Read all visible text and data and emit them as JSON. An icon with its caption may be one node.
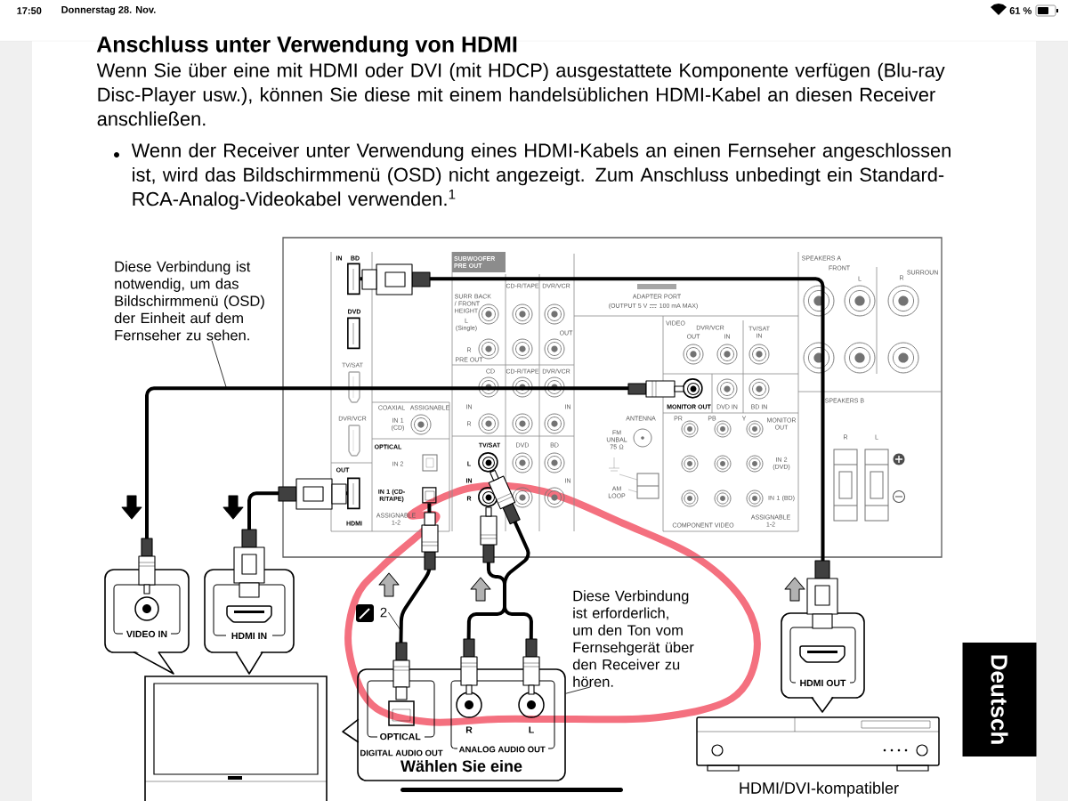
{
  "diagram": {
    "title": "Anschluss unter Verwendung von HDMI",
    "nodes": [
      {
        "text": [],
        "shape": "box"
      },
      {
        "text": [],
        "shape": "box",
        "in": 0,
        "beside": [
          "BD"
        ]
      },
      {
        "text": [],
        "shape": "box",
        "in": 0,
        "beside": [
          "DVD"
        ]
      },
      {
        "text": [],
        "shape": "circle",
        "in": 0,
        "beside": [
          "MONITOR OUT"
        ]
      },
      {
        "text": [],
        "shape": "circle",
        "in": 0
      },
      {
        "text": [],
        "shape": "box",
        "in": 0,
        "beside": [
          "OUT"
        ]
      },
      {
        "text": [],
        "shape": "box",
        "in": 0
      },
      {
        "text": [],
        "shape": "circle",
        "in": 0
      },
      {
        "text": [
          "Diese Verbindung ist notwendig, um das Bildschirmmenü (OSD) der Einheit auf dem Fernseher zu sehen."
        ]
      },
      {
        "text": [
          "VIDEO IN"
        ]
      },
      {
        "text": [
          "HDMI IN"
        ]
      },
      {
        "text": [],
        "shape": "picture"
      },
      {
        "text": [
          "2"
        ]
      },
      {
        "text": [
          "Wählen Sie eine"
        ]
      },
      {
        "text": [
          "OPTICAL"
        ],
        "in": 13,
        "beside": [
          "DIGITAL AUDIO OUT"
        ]
      },
      {
        "text": [
          "ANALOG AUDIO OUT"
        ],
        "in": 13
      },
      {
        "text": [
          "Diese Verbindung ist erforderlich, um den Ton vom Fernsehgerät über den Receiver zu hören."
        ]
      },
      {
        "text": [
          "HDMI OUT"
        ]
      },
      {
        "text": [],
        "shape": "picture",
        "beside": [
          "HDMI/DVI-kompatibler"
        ]
      }
    ],
    "edges": [
      {
        "from": 17,
        "to": 1,
        "arrow": "other"
      },
      {
        "from": 9,
        "to": 3,
        "arrow": "other"
      },
      {
        "from": 10,
        "to": 5,
        "arrow": "other"
      },
      {
        "from": 14,
        "to": 6,
        "arrow": "other"
      },
      {
        "from": 15,
        "to": 7,
        "arrow": "other"
      },
      {
        "from": 15,
        "to": 4,
        "arrow": "other"
      },
      {
        "from": 8,
        "to": null,
        "arrow": "none"
      },
      {
        "from": 12,
        "to": null,
        "arrow": "none"
      },
      {
        "from": 16,
        "to": 13,
        "arrow": "none"
      }
    ],
    "labels": [
      "17:50",
      "Donnerstag 28. Nov.",
      "61 %",
      "Wenn Sie über eine mit HDMI oder DVI (mit HDCP) ausgestattete Komponente verfügen (Blu-ray Disc-Player usw.), können Sie diese mit einem handelsüblichen HDMI-Kabel an diesen Receiver anschließen.",
      "Wenn der Receiver unter Verwendung eines HDMI-Kabels an einen Fernseher angeschlossen ist, wird das Bildschirmmenü (OSD) nicht angezeigt. Zum Anschluss unbedingt ein Standard-RCA-Analog-Videokabel verwenden.$^{1}$",
      "IN",
      "TV/SAT",
      "DVR/VCR",
      "HDMI",
      "SUBWOOFER PRE OUT",
      "SURR BACK / FRONT HEIGHT",
      "L (Single)",
      "R",
      "PRE OUT",
      "CD-R/TAPE",
      "DVR/VCR",
      "OUT",
      "CD",
      "CD-R/TAPE",
      "DVR/VCR",
      "IN",
      "IN",
      "R",
      "COAXIAL",
      "ASSIGNABLE",
      "IN 1 (CD)",
      "OPTICAL",
      "IN 2",
      "IN 1 (CD-R/TAPE)",
      "ASSIGNABLE 1-2",
      "TV/SAT",
      "DVD",
      "BD",
      "L",
      "IN",
      "IN",
      "R",
      "ADAPTER PORT",
      "(OUTPUT 5 V",
      "100 mA MAX)",
      "VIDEO",
      "DVR/VCR",
      "OUT",
      "IN",
      "TV/SAT IN",
      "DVD IN",
      "BD IN",
      "ANTENNA",
      "FM UNBAL 75 Ω",
      "AM LOOP",
      "PR",
      "PB",
      "Y",
      "MONITOR OUT",
      "IN 2 (DVD)",
      "IN 1 (BD)",
      "ASSIGNABLE 1-2",
      "COMPONENT VIDEO",
      "SPEAKERS A",
      "FRONT",
      "L",
      "R",
      "SURROUN",
      "SPEAKERS B",
      "R",
      "L",
      "R",
      "L",
      "Deutsch"
    ]
  }
}
